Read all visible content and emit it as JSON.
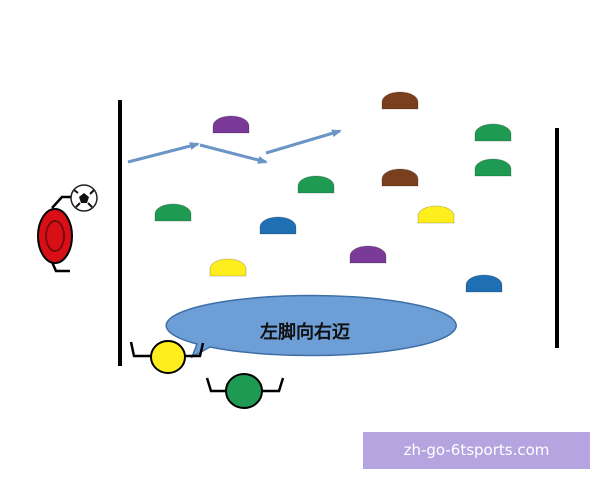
{
  "caption": "左脚向右迈",
  "watermark": "zh-go-6tsports.com",
  "colors": {
    "purple": "#7a3a98",
    "brown": "#7a3f1d",
    "green": "#1e9a52",
    "blue": "#1f6fb5",
    "yellow": "#ffee1e",
    "red": "#d90f18",
    "arrow": "#6b95c7",
    "bubble": "#6d9ed6",
    "line": "#000000"
  },
  "cones": [
    {
      "color": "purple"
    },
    {
      "color": "brown"
    },
    {
      "color": "green"
    },
    {
      "color": "green"
    },
    {
      "color": "green"
    },
    {
      "color": "brown"
    },
    {
      "color": "green"
    },
    {
      "color": "blue"
    },
    {
      "color": "yellow"
    },
    {
      "color": "purple"
    },
    {
      "color": "yellow"
    },
    {
      "color": "blue"
    }
  ],
  "players": [
    {
      "color": "red",
      "icon": "red-player-icon"
    },
    {
      "color": "yellow",
      "icon": "yellow-player-icon"
    },
    {
      "color": "green",
      "icon": "green-player-icon"
    }
  ],
  "ball": {
    "icon": "soccer-ball-icon"
  }
}
